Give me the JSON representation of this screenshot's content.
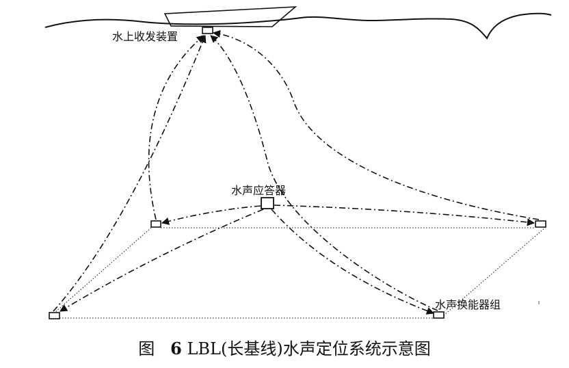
{
  "labels": {
    "surface_unit": "水上收发装置",
    "responder": "水声应答器",
    "transducer_array": "水声换能器组"
  },
  "caption": {
    "prefix": "图",
    "number": "6",
    "text": "LBL(长基线)水声定位系统示意图"
  },
  "colors": {
    "ink": "#111111"
  }
}
